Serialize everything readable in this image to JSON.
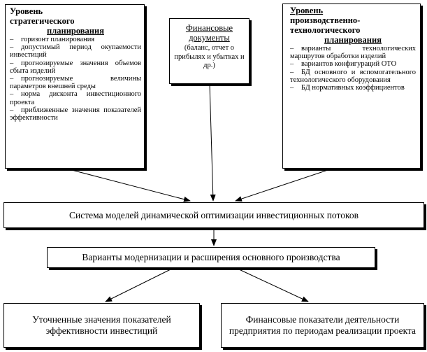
{
  "strategic": {
    "title_line1": "Уровень",
    "title_line2": "стратегического",
    "title_line3": "планирования",
    "items": [
      "горизонт планирования",
      "допустимый период окупаемости инвестиций",
      "прогнозируемые значения объемов сбыта изделий",
      "прогнозируемые величины параметров внешней среды",
      "норма дисконта инвестиционного проекта",
      "приближенные значения показателей эффективности"
    ]
  },
  "fin_docs": {
    "line1": "Финансовые",
    "line2": "документы",
    "details": "(баланс, отчет о прибылях и убытках и др.)"
  },
  "production": {
    "title_line1": "Уровень",
    "title_line2": "производственно-",
    "title_line3": "технологического",
    "title_line4": "планирования",
    "items": [
      "варианты технологических маршрутов обработки изделий",
      "вариантов конфигураций ОТО",
      "БД основного и вспомогательного технологического оборудования",
      "БД нормативных коэффициентов"
    ]
  },
  "system": "Система моделей динамической оптимизации инвестиционных потоков",
  "variants": "Варианты модернизации и расширения основного производства",
  "refined": "Уточненные значения показателей эффективности инвестиций",
  "financial": "Финансовые показатели деятельности предприятия по периодам реализации проекта",
  "dash": "–"
}
